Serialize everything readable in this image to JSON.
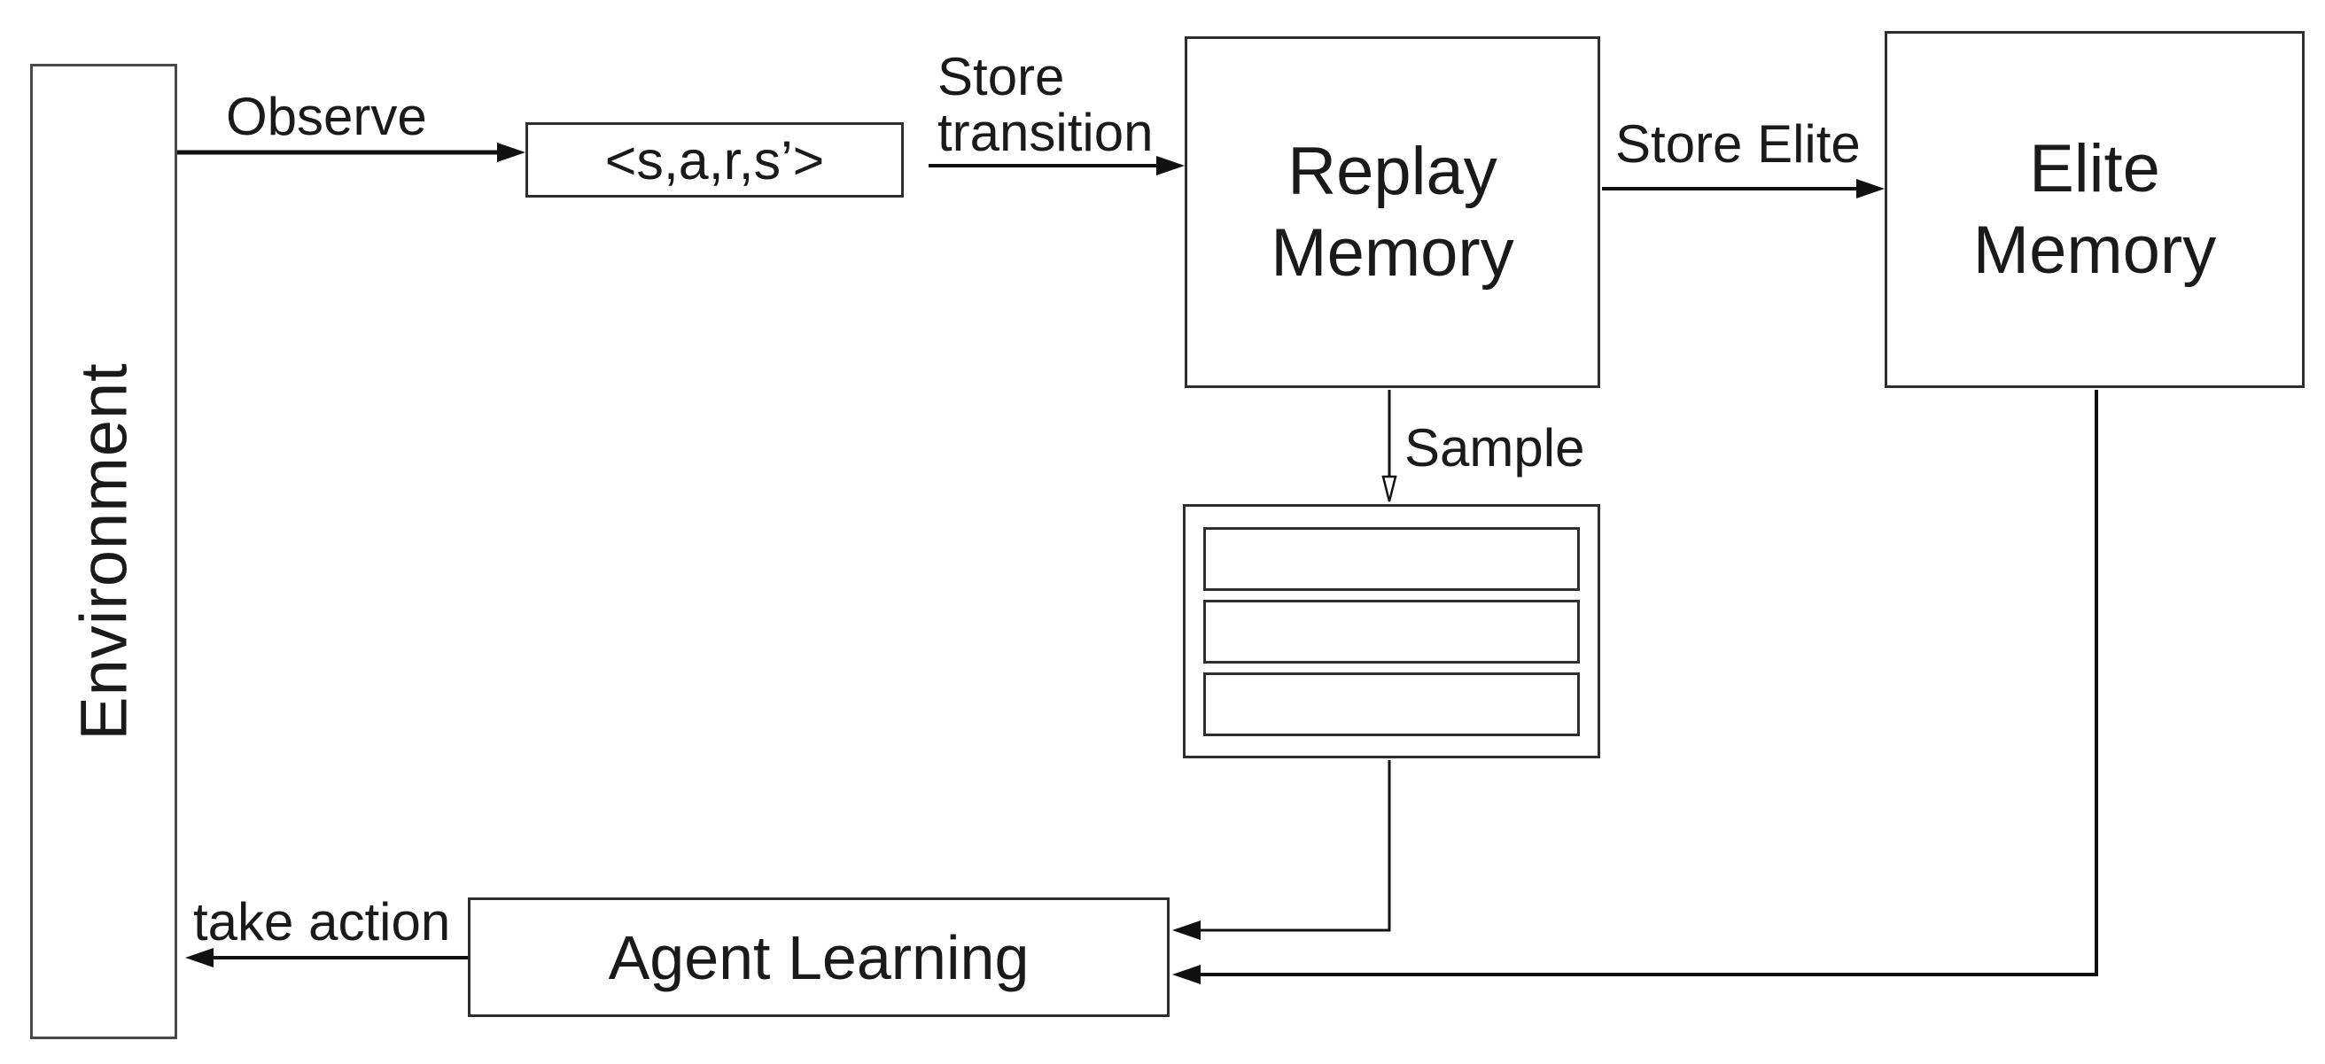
{
  "diagram": {
    "nodes": {
      "environment": {
        "label": "Environment"
      },
      "transition_tuple": {
        "label": "<s,a,r,s’>"
      },
      "replay_memory": {
        "line1": "Replay",
        "line2": "Memory"
      },
      "elite_memory": {
        "line1": "Elite",
        "line2": "Memory"
      },
      "agent_learning": {
        "label": "Agent Learning"
      }
    },
    "edges": {
      "observe": {
        "label": "Observe"
      },
      "store_transition": {
        "line1": "Store",
        "line2": "transition"
      },
      "store_elite": {
        "label": "Store Elite"
      },
      "sample": {
        "label": "Sample"
      },
      "take_action": {
        "label": "take action"
      }
    },
    "colors": {
      "ink": "#1a1a1a",
      "box_border": "#2f2f2f",
      "env_border": "#4a4a4a",
      "background": "#ffffff"
    }
  }
}
